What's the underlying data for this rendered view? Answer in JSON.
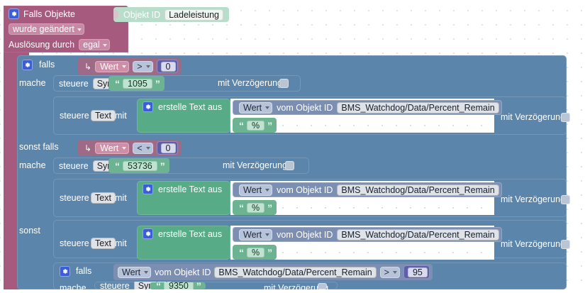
{
  "editor": {
    "name": "blockly-workspace",
    "background": "#ffffff",
    "grid_dot_color": "#d9d9d9"
  },
  "colors": {
    "event_block": "#a65a7e",
    "control_block": "#5c85ab",
    "text_block": "#57ab87",
    "string_block": "#6cb392",
    "value_block": "#7c8fb3",
    "number_block": "#5f5fa8",
    "objekt_id_block": "#b8ddcb",
    "variable_pill": "#cf8ea8"
  },
  "event": {
    "icon": "gear-icon",
    "title": "Falls Objekte",
    "trigger_dropdown": "wurde geändert",
    "trigger_label": "Auslösung durch",
    "trigger_mode": "egal",
    "object_id_label": "Objekt ID",
    "object_id_value": "Ladeleistung"
  },
  "if_block": {
    "icon": "gear-icon",
    "if_label": "falls",
    "do_label": "mache",
    "elseif_label": "sonst falls",
    "else_label": "sonst"
  },
  "condition_1": {
    "arrow": "↳",
    "variable": "Wert",
    "operator": ">",
    "number": "0"
  },
  "condition_2": {
    "arrow": "↳",
    "variable": "Wert",
    "operator": "<",
    "number": "0"
  },
  "action_symbol_1": {
    "prefix": "steuere",
    "field": "Symbol",
    "mit": "mit",
    "value": "1095",
    "delay_label": "mit Verzögerung"
  },
  "action_symbol_2": {
    "prefix": "steuere",
    "field": "Symbol",
    "mit": "mit",
    "value": "53736",
    "delay_label": "mit Verzögerung"
  },
  "action_symbol_3": {
    "prefix": "steuere",
    "field": "Symbol",
    "mit": "mit",
    "value": "9350",
    "delay_label": "mit Verzögerung"
  },
  "text_action": {
    "prefix": "steuere",
    "field": "Text",
    "mit": "mit",
    "delay_label": "mit Verzögerung"
  },
  "create_text": {
    "icon": "gear-icon",
    "label": "erstelle Text aus",
    "value_dropdown": "Wert",
    "object_id_label": "vom Objekt ID",
    "object_id_path": "BMS_Watchdog/Data/Percent_Remain",
    "percent_literal": "%"
  },
  "nested_if": {
    "icon": "gear-icon",
    "if_label": "falls",
    "do_label": "mache",
    "value_dropdown": "Wert",
    "object_id_label": "vom Objekt ID",
    "object_id_path": "BMS_Watchdog/Data/Percent_Remain",
    "operator": ">",
    "number": "95"
  }
}
